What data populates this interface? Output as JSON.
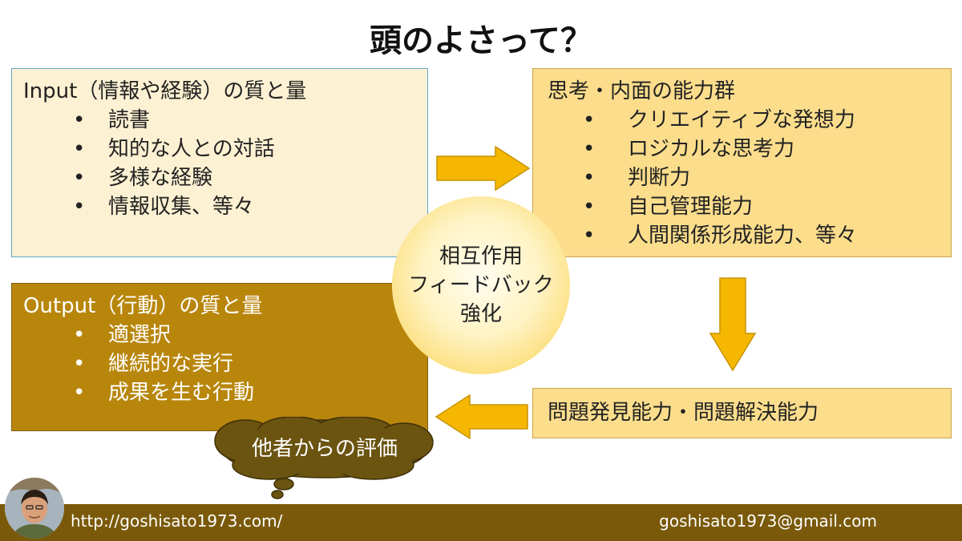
{
  "title": "頭のよさって？",
  "input_box": {
    "heading": "Input（情報や経験）の質と量",
    "items": [
      "読書",
      "知的な人との対話",
      "多様な経験",
      "情報収集、等々"
    ]
  },
  "thinking_box": {
    "heading": "思考・内面の能力群",
    "items": [
      "クリエイティブな発想力",
      "ロジカルな思考力",
      "判断力",
      "自己管理能力",
      "人間関係形成能力、等々"
    ]
  },
  "output_box": {
    "heading": "Output（行動）の質と量",
    "items": [
      "適選択",
      "継続的な実行",
      "成果を生む行動"
    ]
  },
  "problem_box": {
    "label": "問題発見能力・問題解決能力"
  },
  "center_circle": {
    "lines": [
      "相互作用",
      "フィードバック",
      "強化"
    ]
  },
  "cloud": {
    "label": "他者からの評価"
  },
  "bullet": "•",
  "footer": {
    "url": "http://goshisato1973.com/",
    "email": "goshisato1973@gmail.com"
  },
  "colors": {
    "input_fill": "#fdf1d3",
    "thinking_fill": "#fbdd8c",
    "output_fill": "#b8860b",
    "arrow": "#f5b700",
    "footer": "#7a5a0a",
    "cloud": "#6b5410"
  },
  "icons": {
    "arrow_right": "arrow-right-icon",
    "arrow_down": "arrow-down-icon",
    "arrow_left": "arrow-left-icon",
    "cloud": "thought-cloud-icon"
  }
}
